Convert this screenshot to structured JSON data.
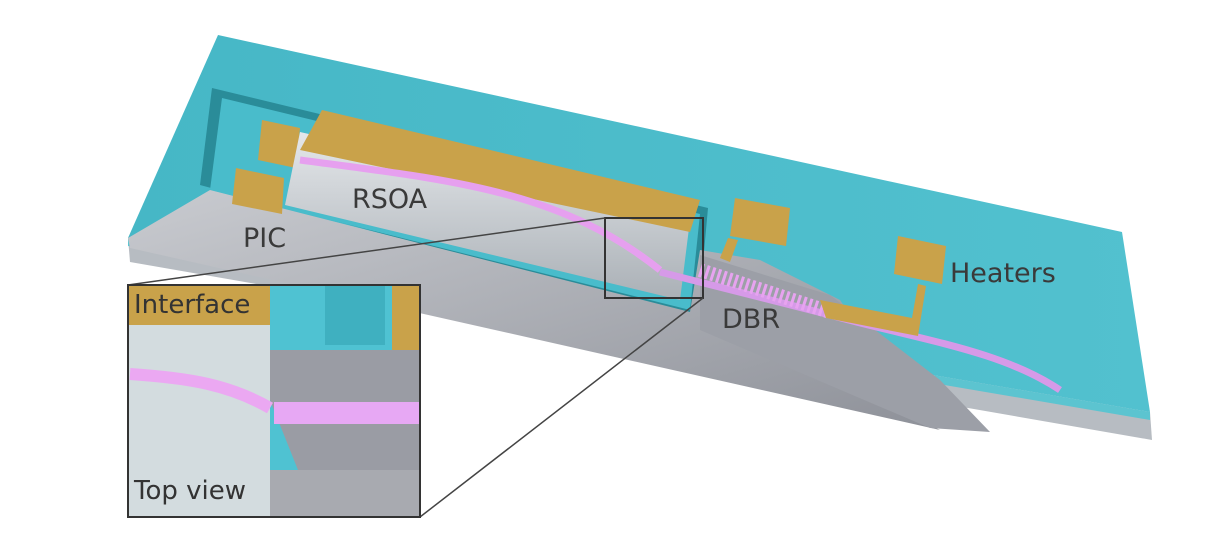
{
  "labels": {
    "pic": "PIC",
    "rsoa": "RSOA",
    "dbr": "DBR",
    "heaters": "Heaters",
    "interface": "Interface",
    "top_view": "Top view"
  },
  "colors": {
    "substrate": "#3fb3c2",
    "silicon": "#a9acb4",
    "gold": "#c9a24a",
    "waveguide": "#e7a3f0"
  }
}
